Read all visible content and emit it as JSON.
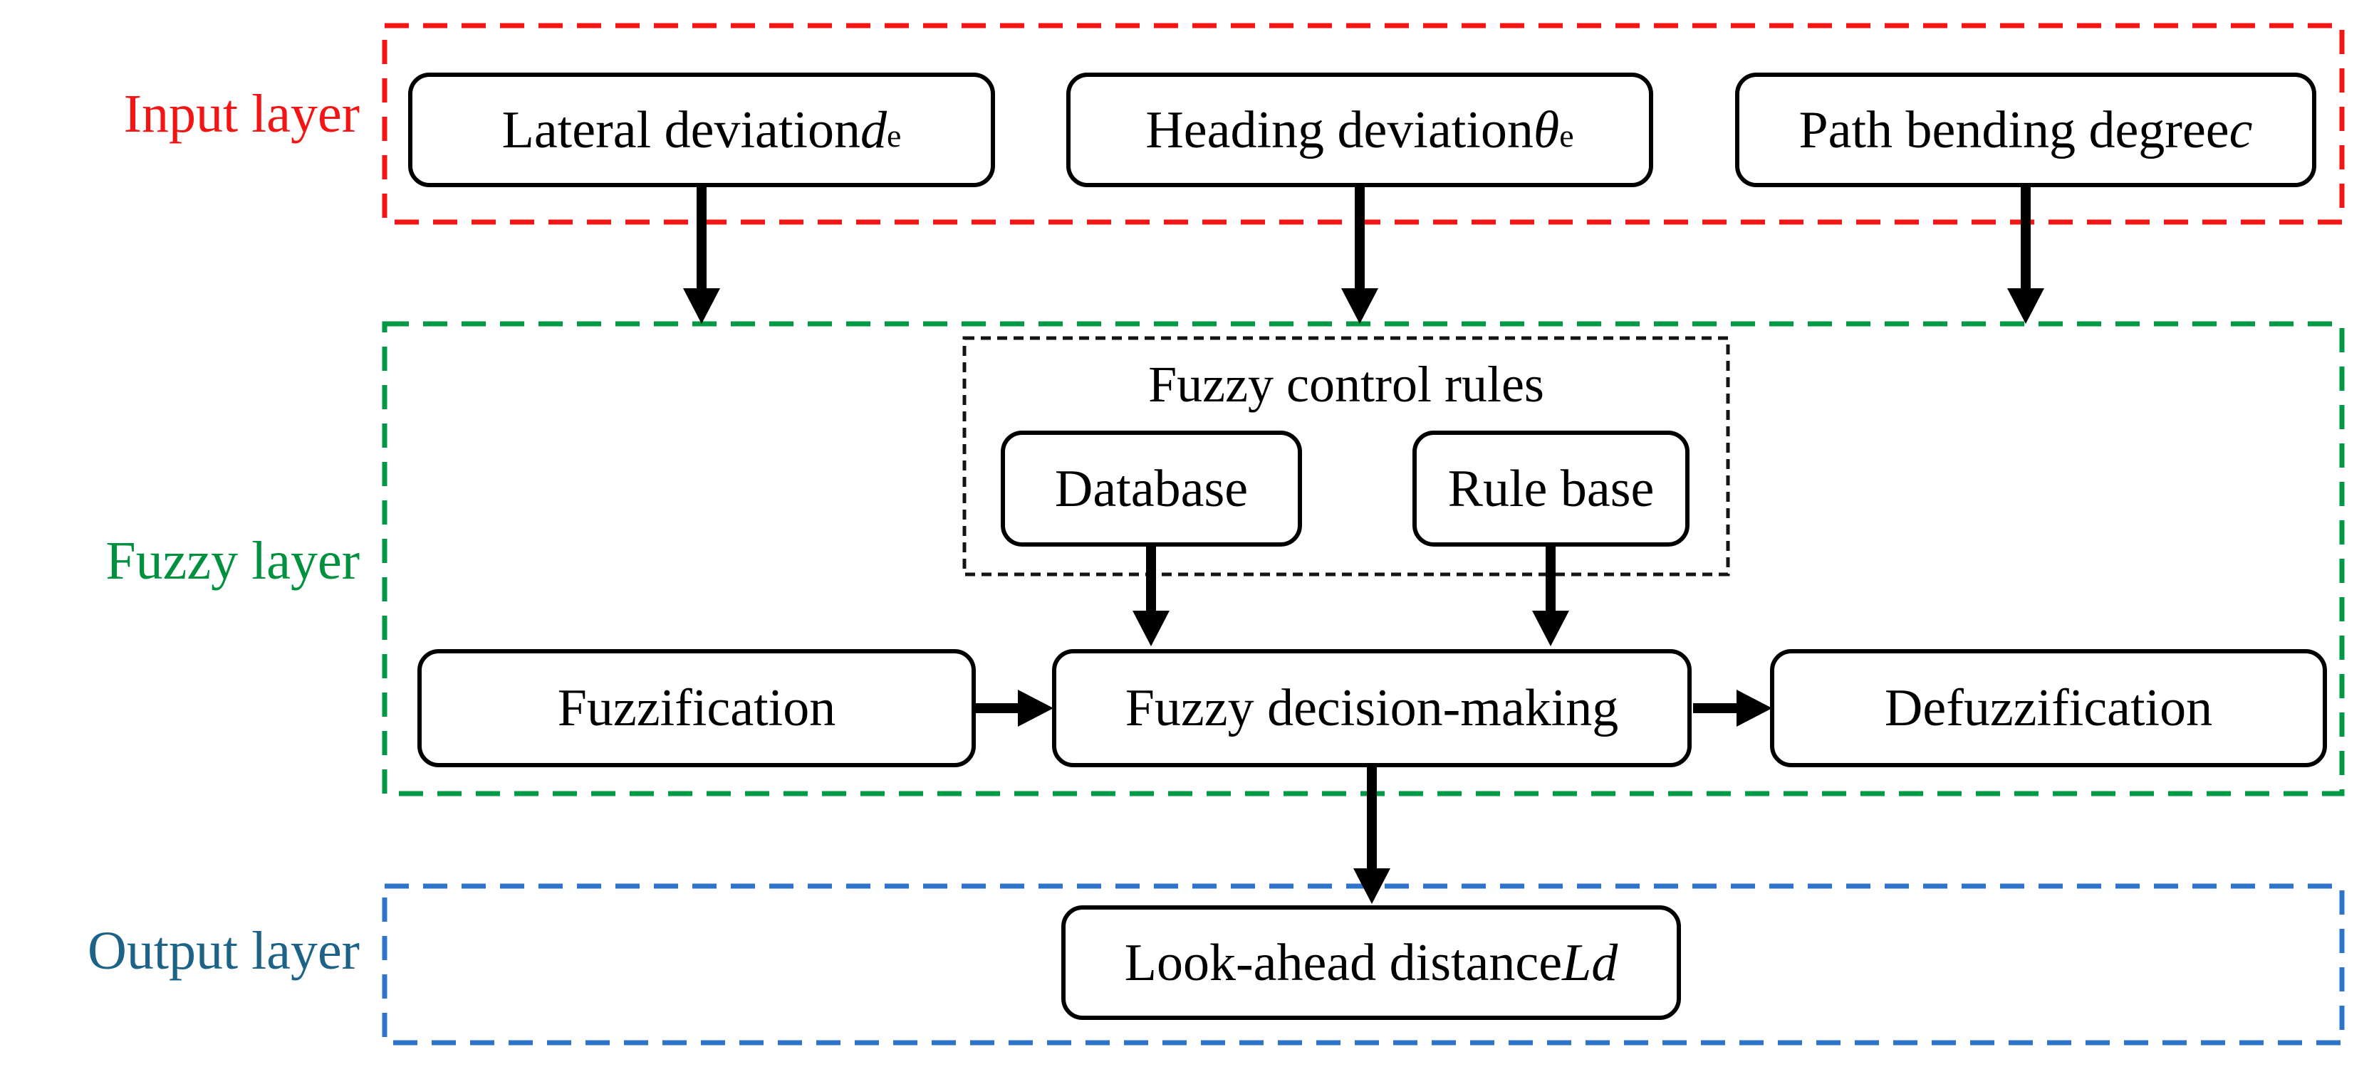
{
  "layers": {
    "input": {
      "label": "Input layer",
      "border_color": "#f51414",
      "label_color": "#f51414",
      "nodes": {
        "lateral": {
          "text": "Lateral deviation ",
          "var": "d",
          "sub": "e"
        },
        "heading": {
          "text": "Heading deviation ",
          "var": "θ",
          "sub": "e"
        },
        "path": {
          "text": "Path bending degree ",
          "var": "c"
        }
      }
    },
    "fuzzy": {
      "label": "Fuzzy layer",
      "border_color": "#009a45",
      "label_color": "#00913f",
      "rules_group": {
        "title": "Fuzzy control rules",
        "border_color": "#141414",
        "database": "Database",
        "rule_base": "Rule base"
      },
      "nodes": {
        "fuzzification": "Fuzzification",
        "decision": "Fuzzy decision-making",
        "defuzzification": "Defuzzification"
      }
    },
    "output": {
      "label": "Output layer",
      "border_color": "#2f74cb",
      "label_color": "#1d6388",
      "nodes": {
        "lookahead": {
          "text": "Look-ahead distance ",
          "var": "Ld"
        }
      }
    }
  }
}
